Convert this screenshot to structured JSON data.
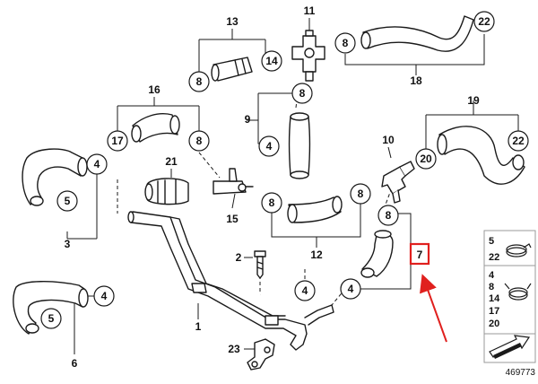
{
  "callouts": [
    {
      "id": "c8-a",
      "text": "8"
    },
    {
      "id": "c14",
      "text": "14"
    },
    {
      "id": "c8-b",
      "text": "8"
    },
    {
      "id": "c22-a",
      "text": "22"
    },
    {
      "id": "c8-c",
      "text": "8"
    },
    {
      "id": "c4-a",
      "text": "4"
    },
    {
      "id": "c17",
      "text": "17"
    },
    {
      "id": "c8-d",
      "text": "8"
    },
    {
      "id": "c4-b",
      "text": "4"
    },
    {
      "id": "c5-a",
      "text": "5"
    },
    {
      "id": "c20",
      "text": "20"
    },
    {
      "id": "c22-b",
      "text": "22"
    },
    {
      "id": "c8-e",
      "text": "8"
    },
    {
      "id": "c8-f",
      "text": "8"
    },
    {
      "id": "c8-g",
      "text": "8"
    },
    {
      "id": "c4-c",
      "text": "4"
    },
    {
      "id": "c4-d",
      "text": "4"
    },
    {
      "id": "c4-e",
      "text": "4"
    },
    {
      "id": "c5-b",
      "text": "5"
    }
  ],
  "labels": [
    {
      "id": "l13",
      "text": "13"
    },
    {
      "id": "l11",
      "text": "11"
    },
    {
      "id": "l18",
      "text": "18"
    },
    {
      "id": "l16",
      "text": "16"
    },
    {
      "id": "l9",
      "text": "9"
    },
    {
      "id": "l19",
      "text": "19"
    },
    {
      "id": "l10",
      "text": "10"
    },
    {
      "id": "l21",
      "text": "21"
    },
    {
      "id": "l15",
      "text": "15"
    },
    {
      "id": "l3",
      "text": "3"
    },
    {
      "id": "l12",
      "text": "12"
    },
    {
      "id": "l2",
      "text": "2"
    },
    {
      "id": "l1",
      "text": "1"
    },
    {
      "id": "l6",
      "text": "6"
    },
    {
      "id": "l23",
      "text": "23"
    }
  ],
  "highlight": {
    "text": "7",
    "color": "#e0201e"
  },
  "legend": {
    "group1": [
      "5",
      "22"
    ],
    "group2": [
      "4",
      "8",
      "14",
      "17",
      "20"
    ]
  },
  "part_number": "469773",
  "colors": {
    "line": "#1a1a1a",
    "arrow": "#e0201e",
    "frame": "#9a9a9a"
  }
}
